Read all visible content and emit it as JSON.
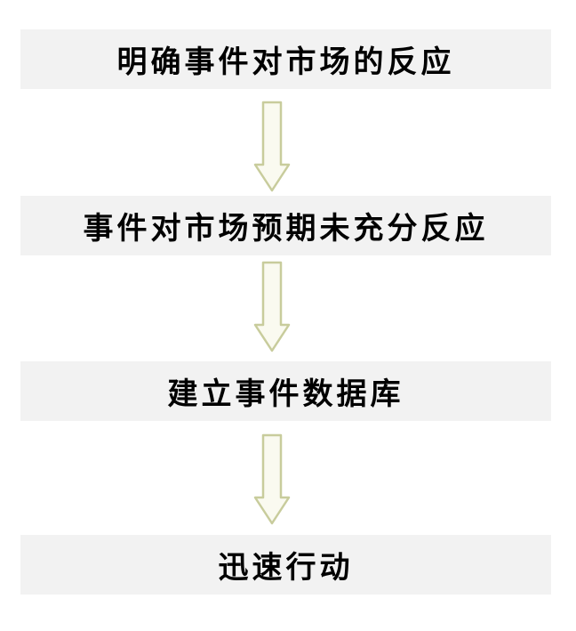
{
  "steps": [
    {
      "label": "明确事件对市场的反应"
    },
    {
      "label": "事件对市场预期未充分反应"
    },
    {
      "label": "建立事件数据库"
    },
    {
      "label": "迅速行动"
    }
  ],
  "colors": {
    "box_fill": "#f2f2f2",
    "text": "#000000",
    "arrow_fill": "#fafaf0",
    "arrow_stroke": "#c8cc9c"
  }
}
